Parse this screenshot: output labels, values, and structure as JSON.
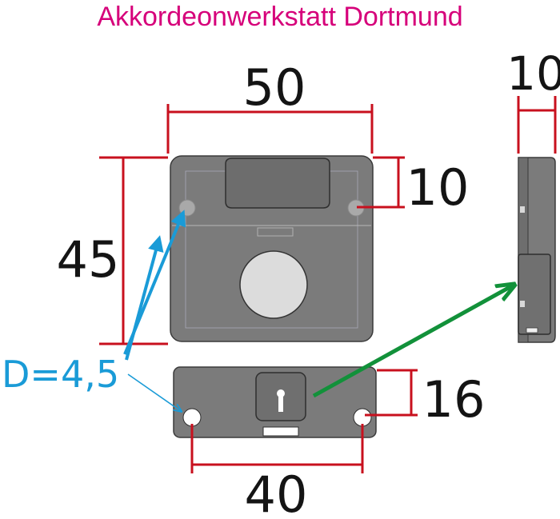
{
  "title": "Akkordeonwerkstatt  Dortmund",
  "dimensions": {
    "top_width": "50",
    "top_height": "45",
    "screw_offset": "10",
    "side_thickness": "10",
    "bottom_height": "16",
    "bottom_hole_spacing": "40"
  },
  "hole_label": "D=4,5",
  "colors": {
    "title": "#d6007a",
    "dimension_line": "#c8101e",
    "part_fill": "#7b7b7b",
    "part_outline": "#3a3a3a",
    "hole_arrow": "#1a9bd7",
    "mount_arrow": "#12913a"
  }
}
